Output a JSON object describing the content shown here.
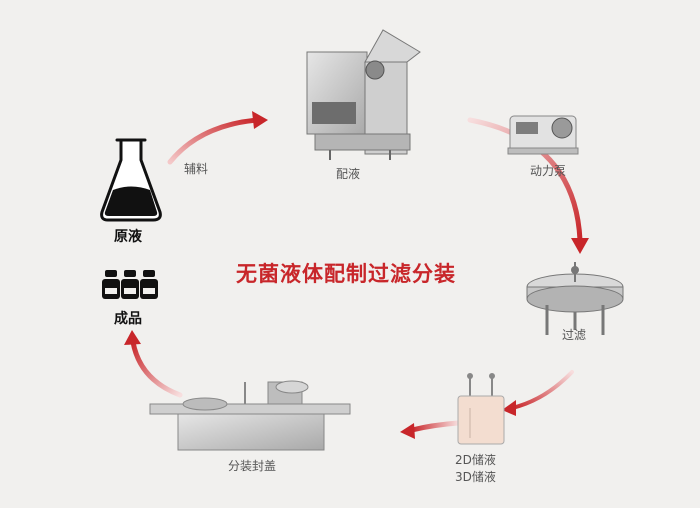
{
  "title": "无菌液体配制过滤分装",
  "nodes": {
    "raw": "原液",
    "aux": "辅料",
    "mixing": "配液",
    "pump": "动力泵",
    "filter": "过滤",
    "storage": [
      "2D储液",
      "3D储液"
    ],
    "filling": "分装封盖",
    "product": "成品"
  },
  "colors": {
    "accent": "#c8262a",
    "arrow_fade": "#f2c9c9",
    "machine": "#9a9a9a",
    "background": "#f1f0ee"
  }
}
